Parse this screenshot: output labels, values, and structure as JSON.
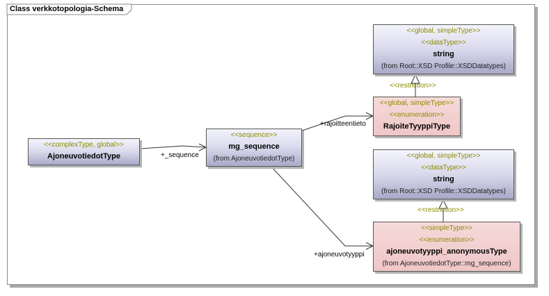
{
  "frame": {
    "title": "Class verkkotopologia-Schema"
  },
  "classes": {
    "ajoneuvotiedot": {
      "stereotype": "<<complexType, global>>",
      "name": "AjoneuvotiedotType"
    },
    "mg_sequence": {
      "stereotype": "<<sequence>>",
      "name": "mg_sequence",
      "from": "(from AjoneuvotiedotType)"
    },
    "string_top": {
      "stereotype1": "<<global, simpleType>>",
      "stereotype2": "<<dataType>>",
      "name": "string",
      "from": "(from Root::XSD Profile::XSDDatatypes)"
    },
    "rajoite": {
      "stereotype1": "<<global, simpleType>>",
      "stereotype2": "<<enumeration>>",
      "name": "RajoiteTyyppiType"
    },
    "string_bottom": {
      "stereotype1": "<<global, simpleType>>",
      "stereotype2": "<<dataType>>",
      "name": "string",
      "from": "(from Root::XSD Profile::XSDDatatypes)"
    },
    "ajoneuvotyyppi": {
      "stereotype1": "<<simpleType>>",
      "stereotype2": "<<enumeration>>",
      "name": "ajoneuvotyyppi_anonymousType",
      "from": "(from AjoneuvotiedotType::mg_sequence)"
    }
  },
  "relations": {
    "sequence_role": "+_sequence",
    "rajoite_role": "+rajoitteentieto",
    "ajoneuvotyyppi_role": "+ajoneuvotyyppi",
    "restriction_top": "<<restriction>>",
    "restriction_bottom": "<<restriction>>"
  }
}
